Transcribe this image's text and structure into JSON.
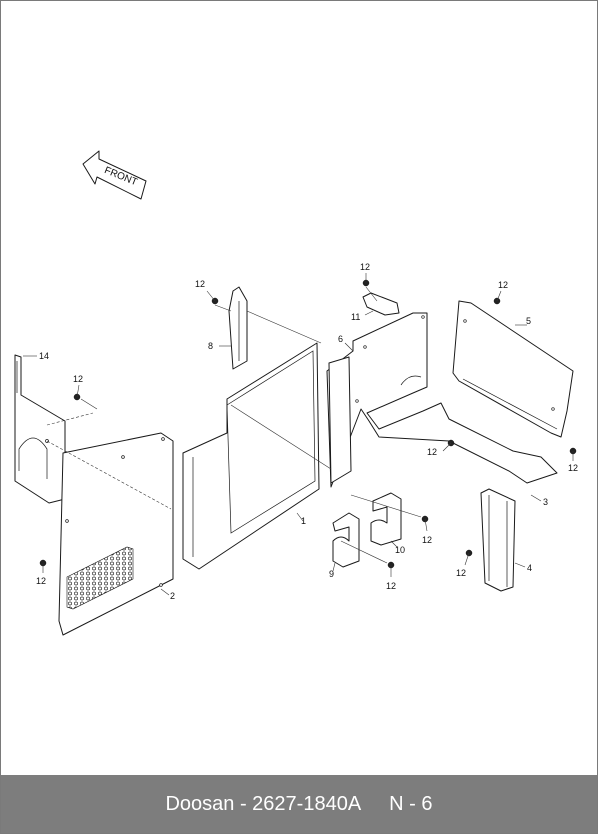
{
  "diagram": {
    "front_label": "FRONT",
    "labels": {
      "p1": "1",
      "p2": "2",
      "p3": "3",
      "p4": "4",
      "p5": "5",
      "p6": "6",
      "p8": "8",
      "p9": "9",
      "p10": "10",
      "p11": "11",
      "p14": "14",
      "b12": "12"
    }
  },
  "footer": {
    "doc_id": "Doosan - 2627-1840A",
    "page_code": "N - 6"
  }
}
